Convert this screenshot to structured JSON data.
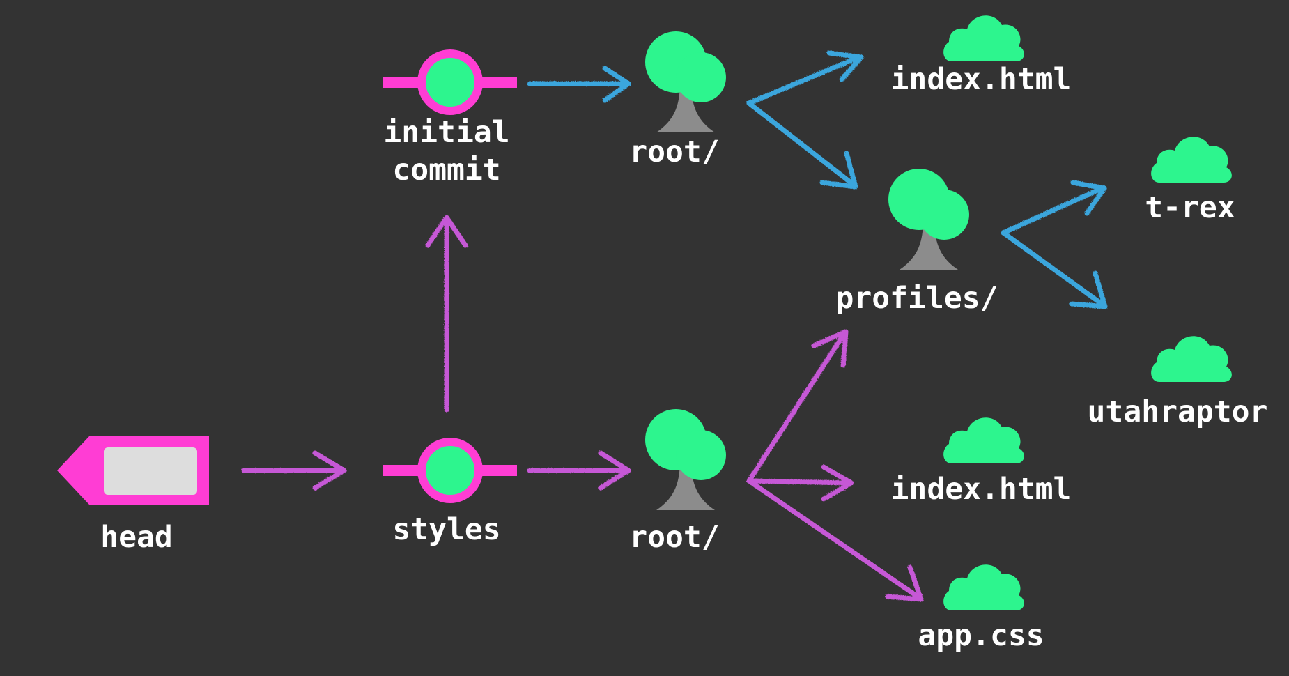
{
  "colors": {
    "background": "#333333",
    "commit_ring": "#ff3dd4",
    "node_fill": "#2df58e",
    "trunk": "#8c8c8c",
    "arrow_tree_structure": "#3aa6dd",
    "arrow_commit_structure": "#c658d6",
    "head_inner": "#dddddd"
  },
  "nodes": {
    "head": {
      "label": "head",
      "icon": "tag-icon"
    },
    "initial_commit": {
      "label_line1": "initial",
      "label_line2": "commit",
      "icon": "commit-icon"
    },
    "styles": {
      "label": "styles",
      "icon": "commit-icon"
    },
    "root_top": {
      "label": "root/",
      "icon": "tree-icon"
    },
    "root_bottom": {
      "label": "root/",
      "icon": "tree-icon"
    },
    "profiles": {
      "label": "profiles/",
      "icon": "tree-icon"
    },
    "index_top": {
      "label": "index.html",
      "icon": "cloud-icon"
    },
    "t_rex": {
      "label": "t-rex",
      "icon": "cloud-icon"
    },
    "utahraptor": {
      "label": "utahraptor",
      "icon": "cloud-icon"
    },
    "index_bottom": {
      "label": "index.html",
      "icon": "cloud-icon"
    },
    "app_css": {
      "label": "app.css",
      "icon": "cloud-icon"
    }
  }
}
